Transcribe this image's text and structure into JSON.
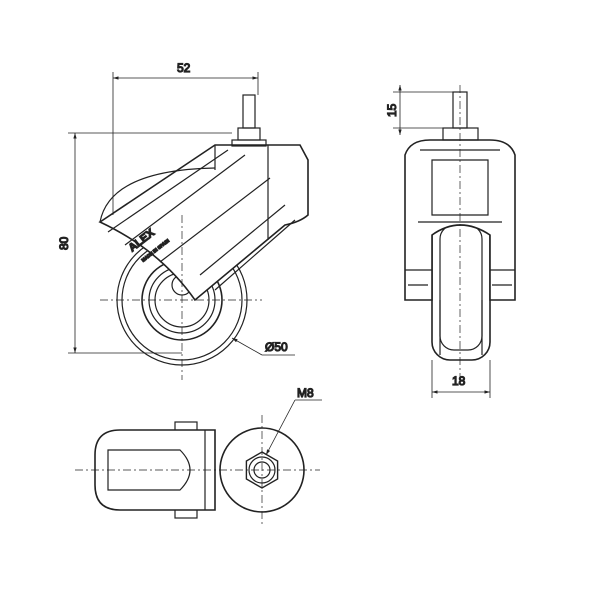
{
  "dimensions": {
    "width": "52",
    "height": "80",
    "stem_length": "15",
    "wheel_diameter": "Ø50",
    "wheel_width": "18",
    "thread": "M8"
  },
  "logo": {
    "brand": "ALEX",
    "origin": "MADE IN SPAIN"
  },
  "colors": {
    "line": "#222222",
    "background": "#ffffff"
  }
}
